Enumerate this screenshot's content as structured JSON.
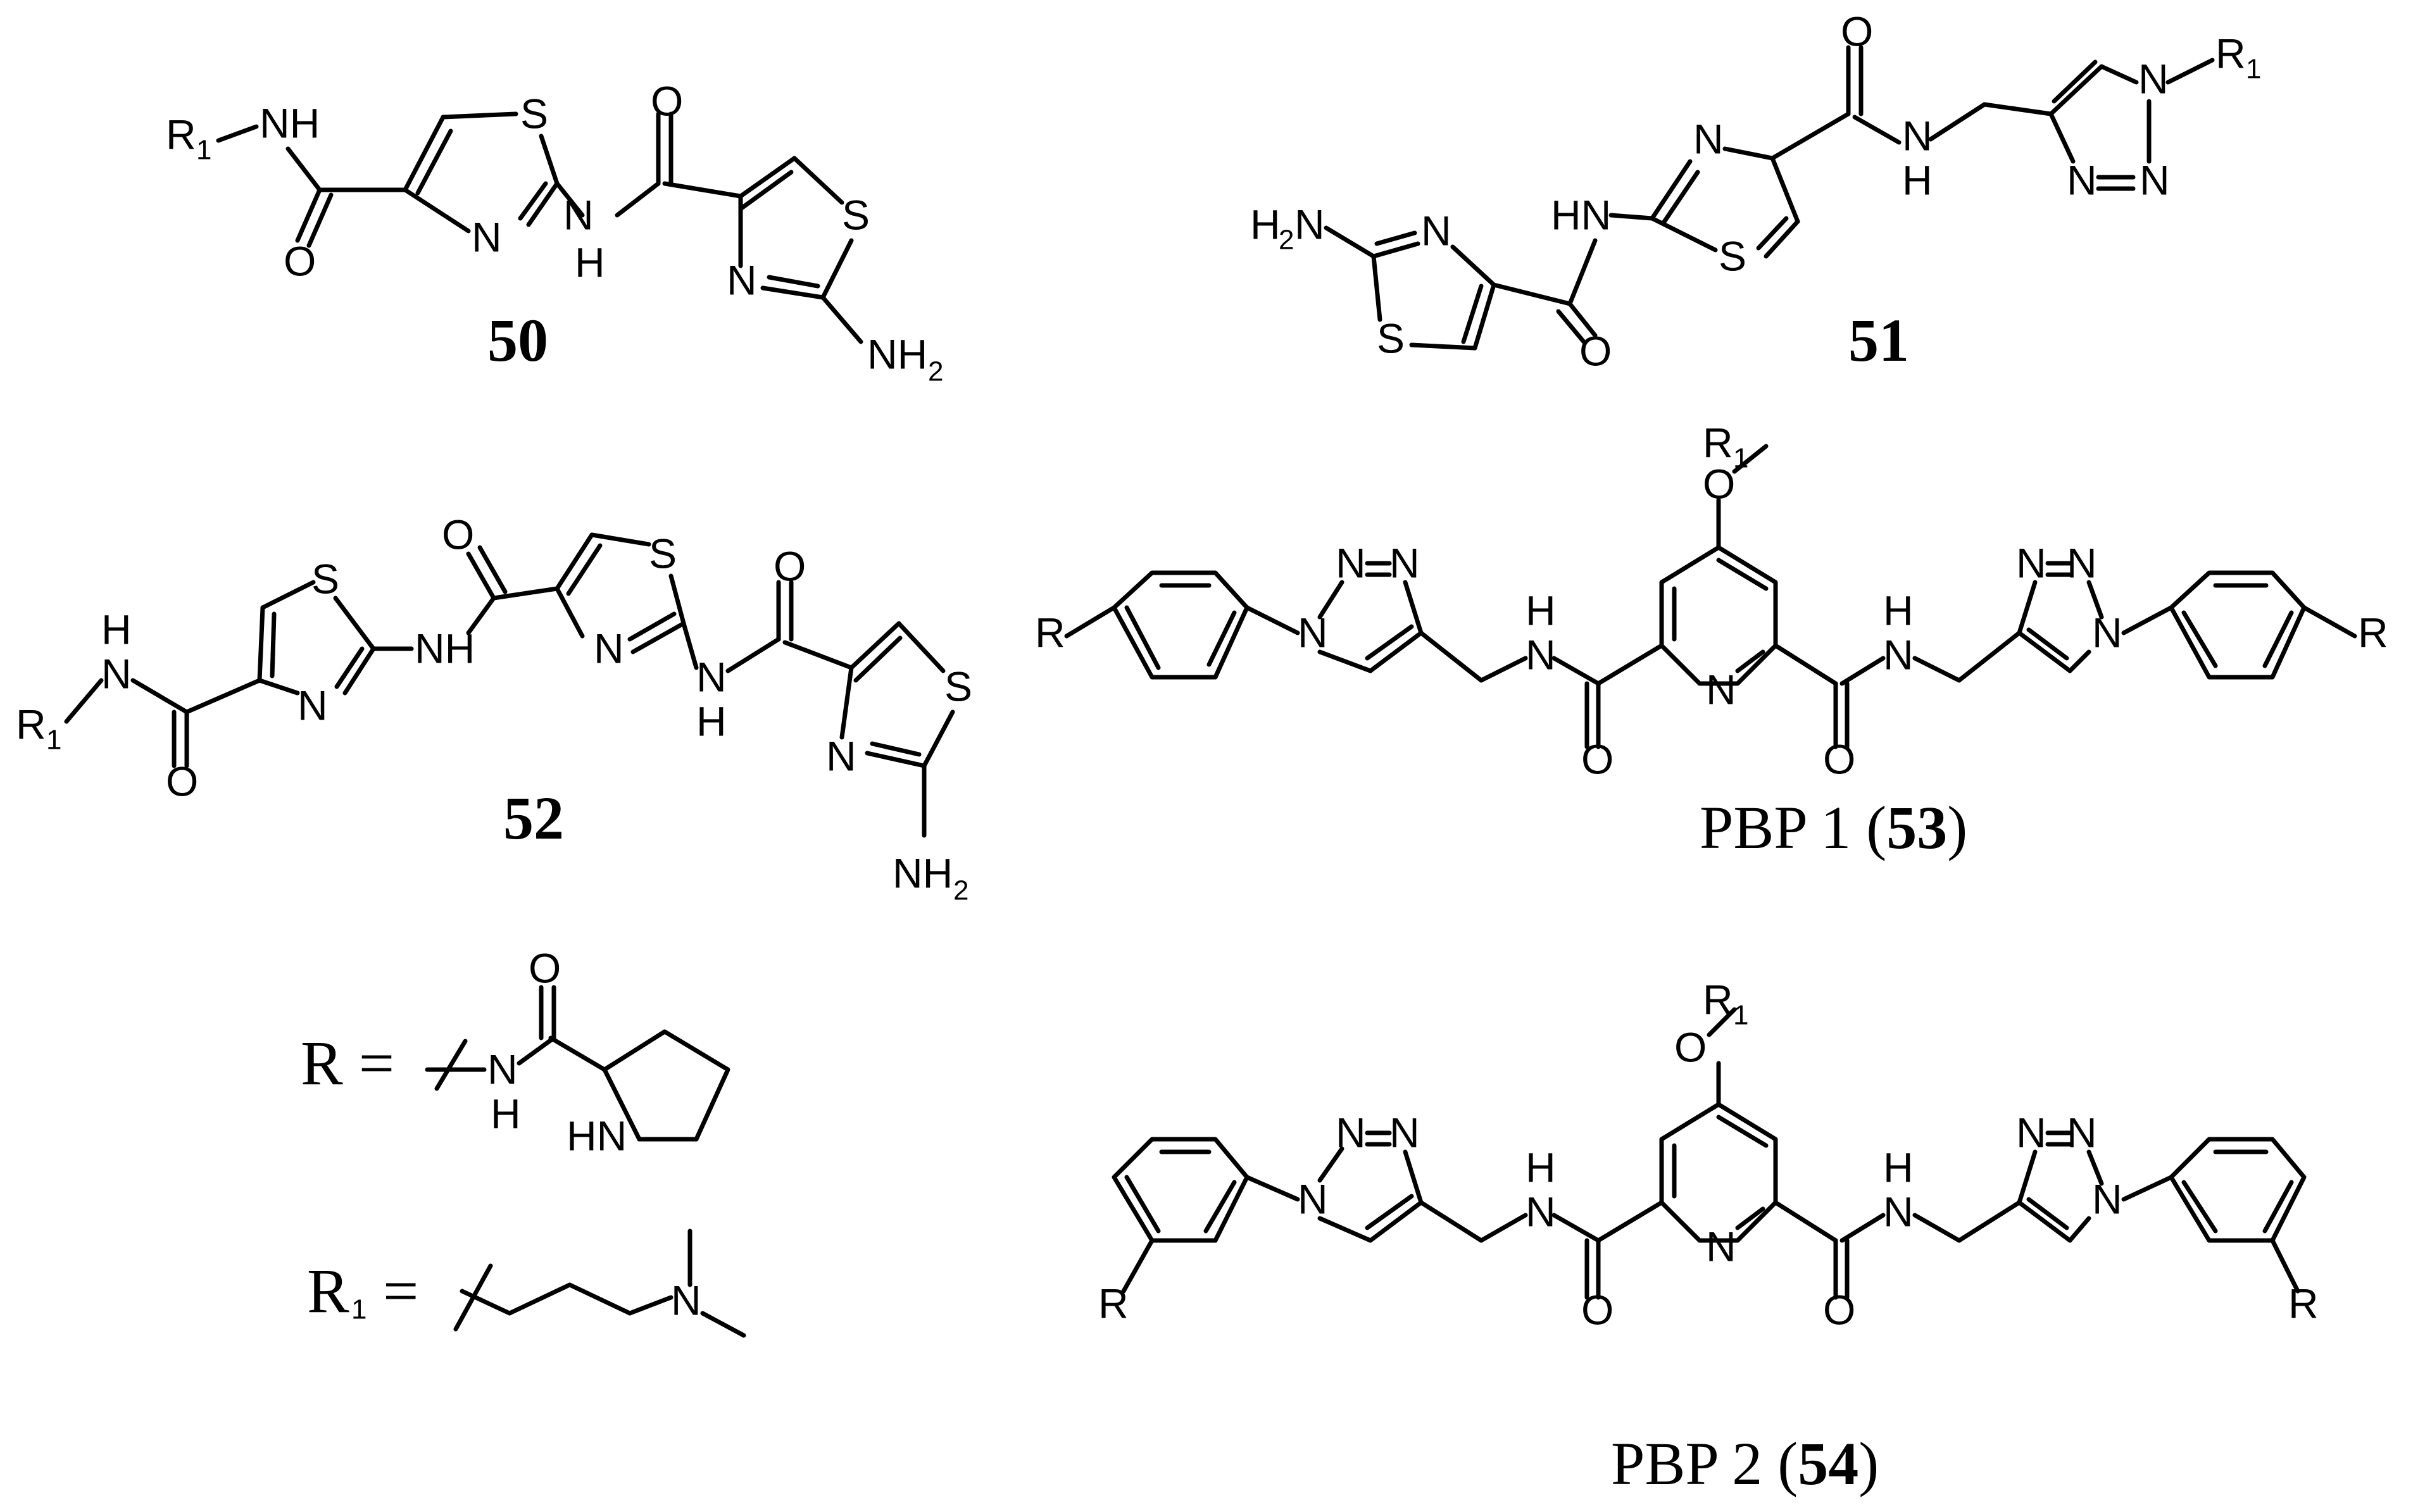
{
  "atoms": {
    "s": "S",
    "n": "N",
    "o": "O",
    "nh": "NH",
    "hn": "HN",
    "h": "H",
    "r": "R",
    "r1": "R",
    "sub1": "1",
    "h2n": "H",
    "h2n_n": "N",
    "sub2": "2",
    "nh2": "NH"
  },
  "compounds": {
    "c50": {
      "number": "50"
    },
    "c51": {
      "number": "51"
    },
    "c52": {
      "number": "52"
    },
    "c53": {
      "prefix": "PBP 1 (",
      "number": "53",
      "suffix": ")"
    },
    "c54": {
      "prefix": "PBP 2 (",
      "number": "54",
      "suffix": ")"
    }
  },
  "definitions": {
    "r_label": "R =",
    "r1_label": "R",
    "r1_sub": "1",
    "r1_eq": "="
  }
}
